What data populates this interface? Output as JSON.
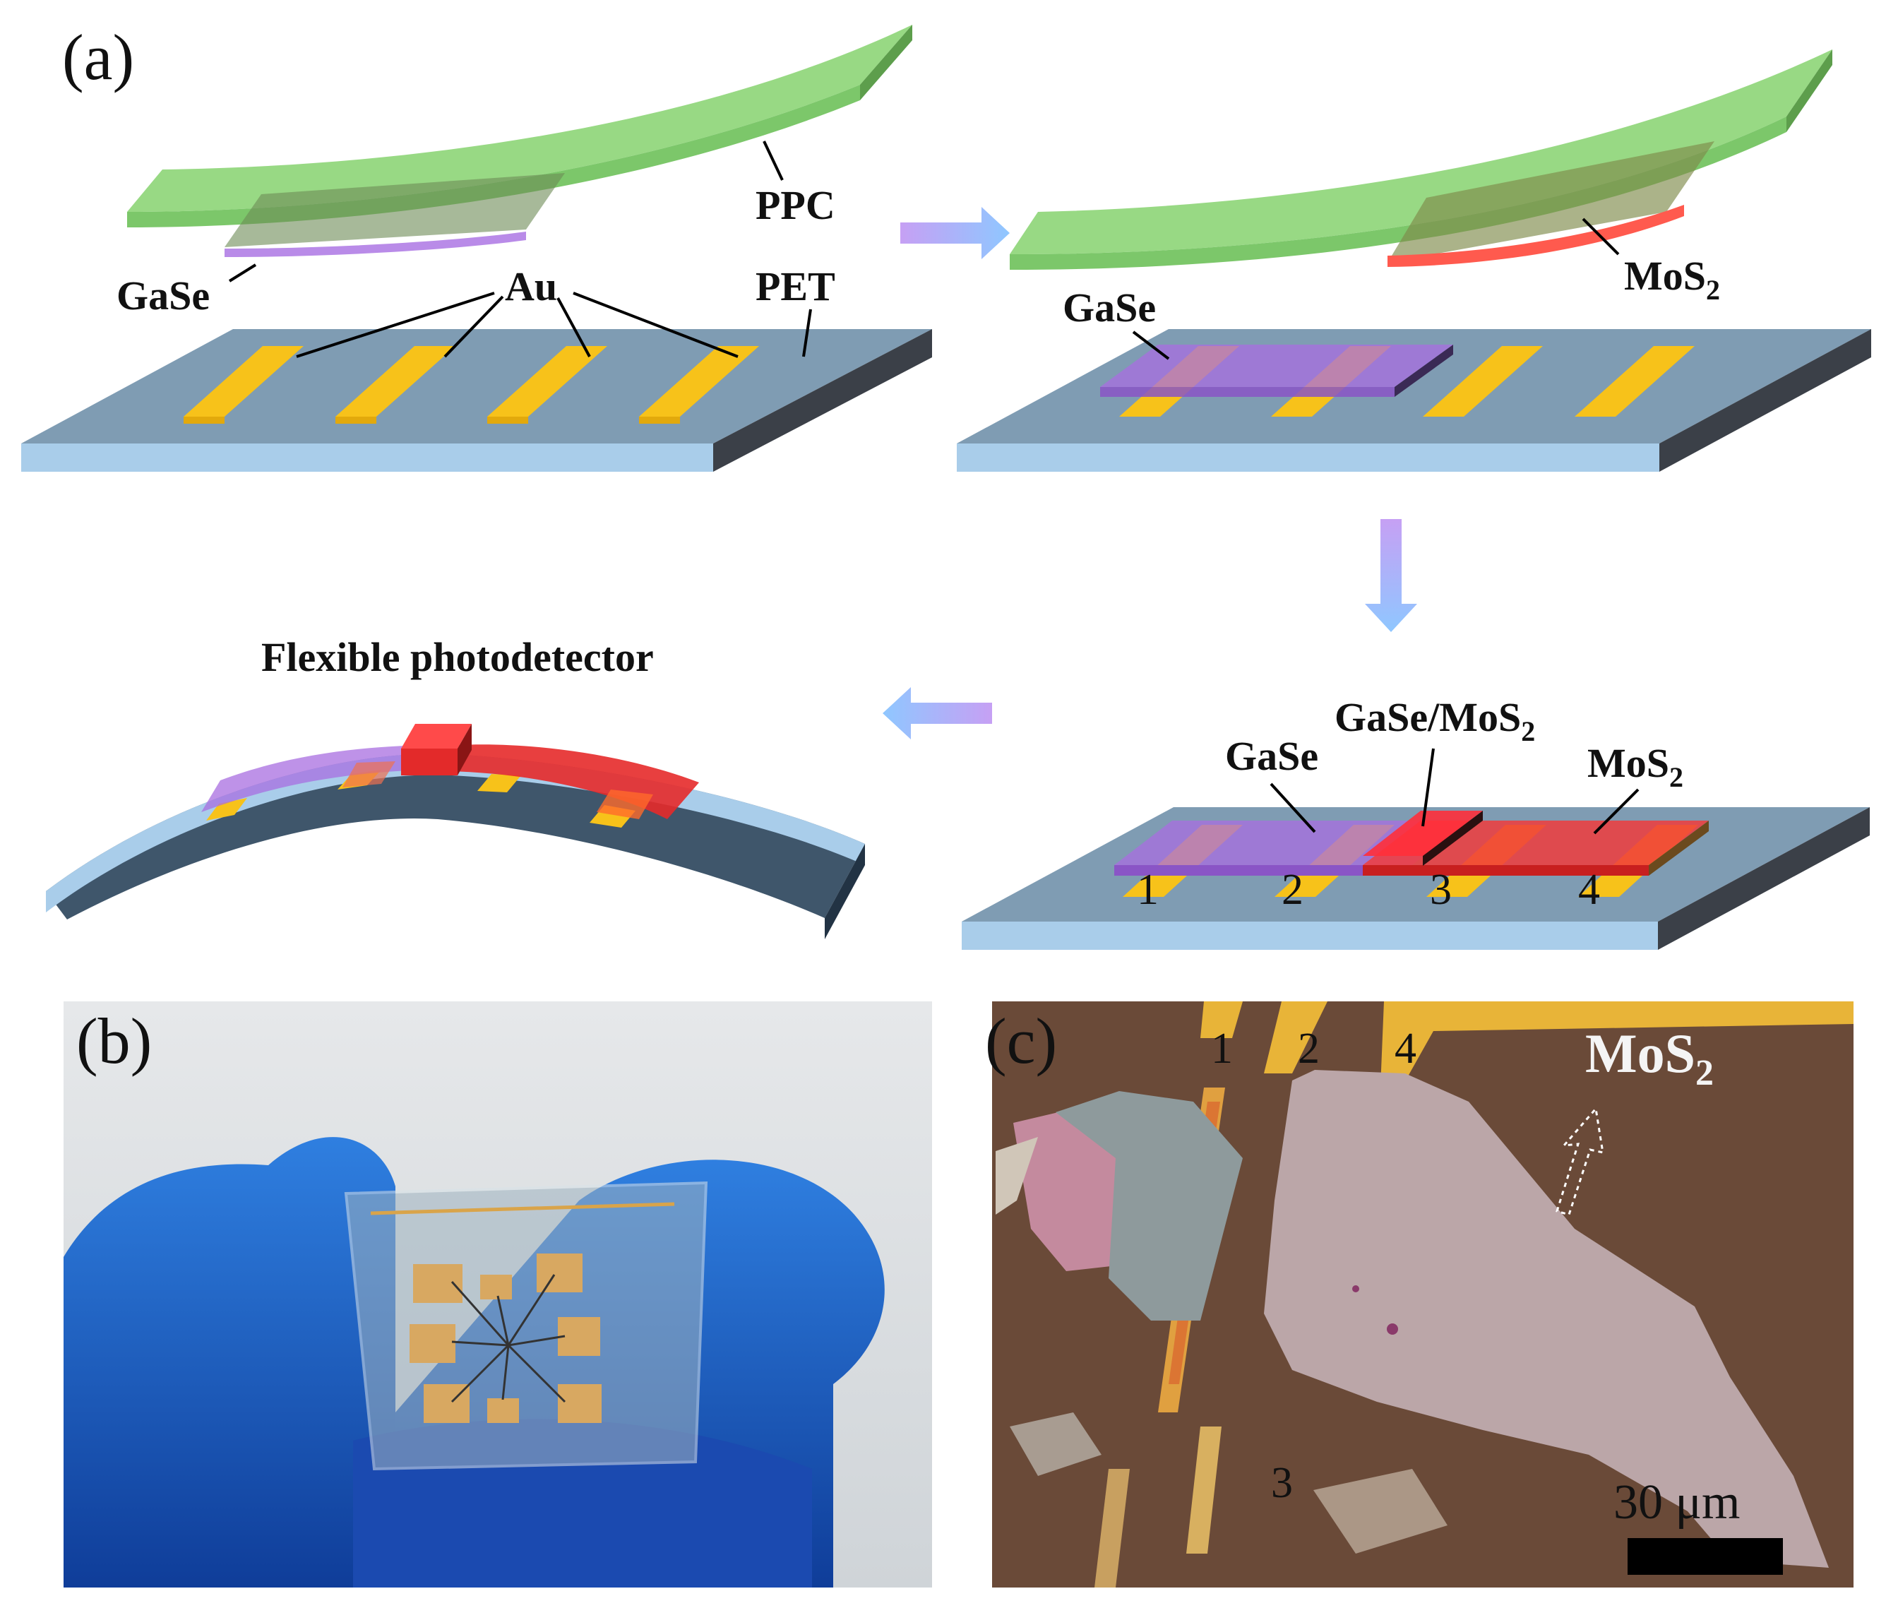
{
  "panel_a": {
    "label": "(a)",
    "step1": {
      "ppc": "PPC",
      "pet": "PET",
      "au": "Au",
      "gase": "GaSe"
    },
    "step2": {
      "mos2": "MoS",
      "mos2_sub": "2",
      "gase": "GaSe"
    },
    "step3": {
      "heterostructure": "GaSe/MoS",
      "heterostructure_sub": "2",
      "gase": "GaSe",
      "mos2": "MoS",
      "mos2_sub": "2",
      "electrodes": [
        "1",
        "2",
        "3",
        "4"
      ]
    },
    "step4": {
      "title": "Flexible photodetector"
    }
  },
  "panel_b": {
    "label": "(b)"
  },
  "panel_c": {
    "label": "(c)",
    "electrodes": [
      "1",
      "2",
      "4",
      "3"
    ],
    "material": "MoS",
    "material_sub": "2",
    "scalebar": "30 μm"
  },
  "colors": {
    "ppc": "#8fd67a",
    "gase": "#a86ee0",
    "mos2": "#f03c3c",
    "au": "#f7c21a",
    "pet_top": "#7f9cb3",
    "pet_side": "#a9cdea",
    "step_arrow": "#b68cf0"
  }
}
